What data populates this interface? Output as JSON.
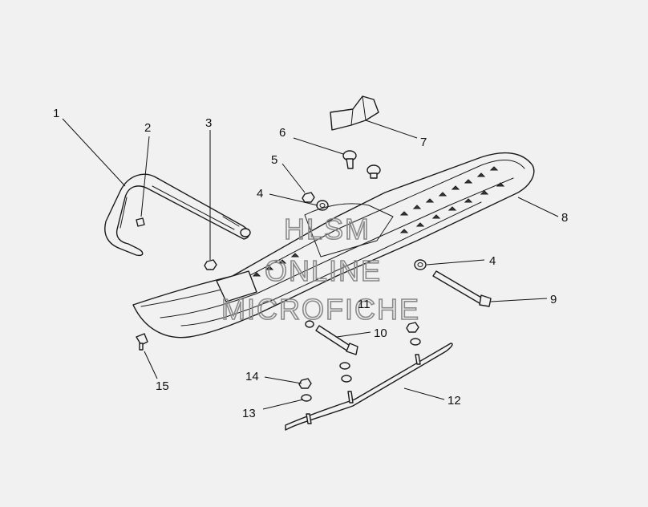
{
  "watermark": {
    "line1": "HLSM",
    "line2": "ONLINE",
    "line3": "MICROFICHE"
  },
  "callouts": [
    {
      "id": "c1",
      "label": "1"
    },
    {
      "id": "c2",
      "label": "2"
    },
    {
      "id": "c3",
      "label": "3"
    },
    {
      "id": "c4a",
      "label": "4"
    },
    {
      "id": "c4b",
      "label": "4"
    },
    {
      "id": "c5",
      "label": "5"
    },
    {
      "id": "c6",
      "label": "6"
    },
    {
      "id": "c7",
      "label": "7"
    },
    {
      "id": "c8",
      "label": "8"
    },
    {
      "id": "c9",
      "label": "9"
    },
    {
      "id": "c10",
      "label": "10"
    },
    {
      "id": "c11",
      "label": "11"
    },
    {
      "id": "c12",
      "label": "12"
    },
    {
      "id": "c13",
      "label": "13"
    },
    {
      "id": "c14",
      "label": "14"
    },
    {
      "id": "c15",
      "label": "15"
    }
  ],
  "colors": {
    "background": "#f1f1f1",
    "line": "#1a1a1a",
    "watermark": "#8a8a8a"
  }
}
